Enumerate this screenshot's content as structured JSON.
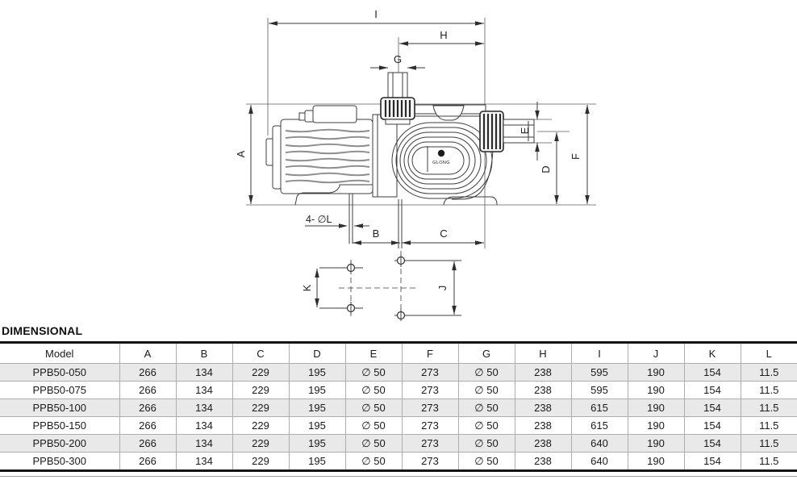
{
  "diagram": {
    "labels": {
      "i": "I",
      "h": "H",
      "g": "G",
      "a": "A",
      "e": "E",
      "d": "D",
      "f": "F",
      "b": "B",
      "c": "C",
      "k": "K",
      "j": "J"
    },
    "bolt_hole_label": "4- ∅L",
    "logo_text": "GLONG"
  },
  "section_title": "DIMENSIONAL",
  "table": {
    "columns": [
      "Model",
      "A",
      "B",
      "C",
      "D",
      "E",
      "F",
      "G",
      "H",
      "I",
      "J",
      "K",
      "L"
    ],
    "rows": [
      {
        "model": "PPB50-050",
        "values": [
          "266",
          "134",
          "229",
          "195",
          "∅ 50",
          "273",
          "∅ 50",
          "238",
          "595",
          "190",
          "154",
          "11.5"
        ]
      },
      {
        "model": "PPB50-075",
        "values": [
          "266",
          "134",
          "229",
          "195",
          "∅ 50",
          "273",
          "∅ 50",
          "238",
          "595",
          "190",
          "154",
          "11.5"
        ]
      },
      {
        "model": "PPB50-100",
        "values": [
          "266",
          "134",
          "229",
          "195",
          "∅ 50",
          "273",
          "∅ 50",
          "238",
          "615",
          "190",
          "154",
          "11.5"
        ]
      },
      {
        "model": "PPB50-150",
        "values": [
          "266",
          "134",
          "229",
          "195",
          "∅ 50",
          "273",
          "∅ 50",
          "238",
          "615",
          "190",
          "154",
          "11.5"
        ]
      },
      {
        "model": "PPB50-200",
        "values": [
          "266",
          "134",
          "229",
          "195",
          "∅ 50",
          "273",
          "∅ 50",
          "238",
          "640",
          "190",
          "154",
          "11.5"
        ]
      },
      {
        "model": "PPB50-300",
        "values": [
          "266",
          "134",
          "229",
          "195",
          "∅ 50",
          "273",
          "∅ 50",
          "238",
          "640",
          "190",
          "154",
          "11.5"
        ]
      }
    ]
  }
}
